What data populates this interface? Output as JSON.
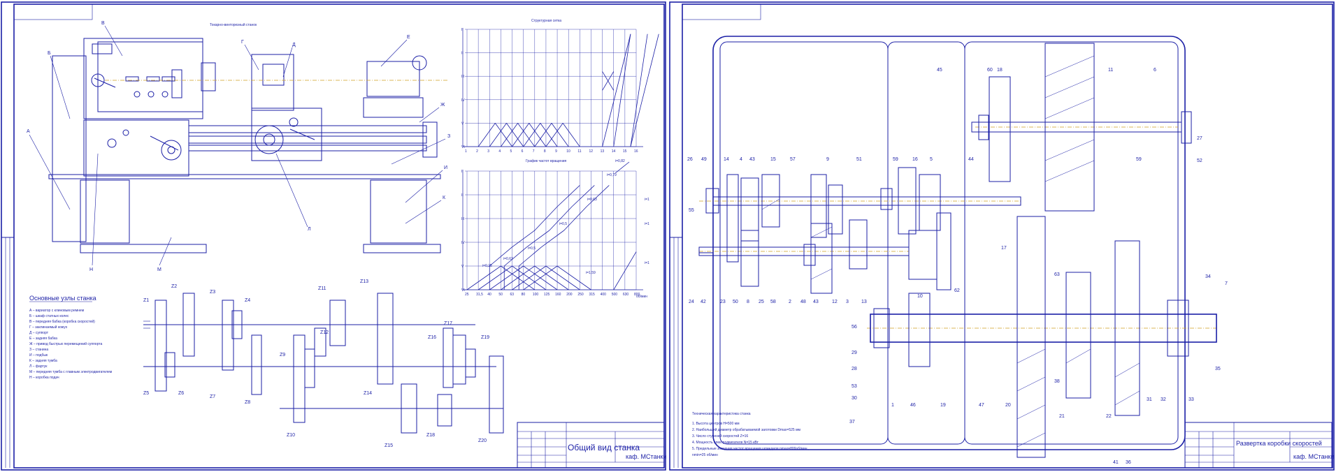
{
  "left_sheet": {
    "title": "Токарно-винторезный станок",
    "letters": [
      "Б",
      "В",
      "Г",
      "Д",
      "Е",
      "А",
      "Ж",
      "З",
      "И",
      "К",
      "Л",
      "Н",
      "М"
    ],
    "legend_title": "Основные узлы станка",
    "legend": [
      "А – вариатор с клиновым ремнем",
      "Б – шкаф статных колес",
      "В – передняя бабка (коробка скоростей)",
      "Г – заклинаемый кожух",
      "Д – суппорт",
      "Е – задняя бабка",
      "Ж – привод быстрых перемещений суппорта",
      "З – станина",
      "И – подбык",
      "К – задняя тумба",
      "Л – фартук",
      "М – передняя тумба с главным электродвигателем",
      "Н – коробка подач"
    ],
    "gear_labels": [
      "Z1",
      "Z2",
      "Z3",
      "Z4",
      "Z5",
      "Z6",
      "Z7",
      "Z8",
      "Z9",
      "Z10",
      "Z11",
      "Z12",
      "Z13",
      "Z14",
      "Z15",
      "Z16",
      "Z17",
      "Z18",
      "Z19",
      "Z20"
    ],
    "title_block": {
      "name": "Общий вид станка",
      "dept": "каф. МСтанки"
    }
  },
  "chart_data": [
    {
      "type": "line",
      "title": "Структурная сетка",
      "y_levels": [
        "I",
        "II",
        "III",
        "IV",
        "V",
        "VI"
      ],
      "x_ticks": [
        "1",
        "2",
        "3",
        "4",
        "5",
        "6",
        "7",
        "8",
        "9",
        "10",
        "11",
        "12",
        "13",
        "14",
        "15",
        "16"
      ]
    },
    {
      "type": "line",
      "title": "График частот вращения",
      "y_levels": [
        "I",
        "II",
        "III",
        "IV",
        "V",
        "VI"
      ],
      "x_ticks": [
        "25",
        "31,5",
        "40",
        "50",
        "63",
        "80",
        "100",
        "125",
        "160",
        "200",
        "250",
        "315",
        "400",
        "500",
        "630",
        "800"
      ],
      "x_unit": "об/мин",
      "annotations": [
        "i=0,82",
        "i=0,79",
        "i=0,63",
        "i=1",
        "i=0,5",
        "i=1",
        "i=0,25",
        "i=0,63",
        "i=0,5",
        "i=1,59",
        "i=1"
      ]
    }
  ],
  "right_sheet": {
    "part_numbers": [
      "45",
      "60",
      "18",
      "11",
      "6",
      "27",
      "52",
      "59",
      "26",
      "49",
      "14",
      "4",
      "43",
      "15",
      "57",
      "9",
      "51",
      "59",
      "16",
      "5",
      "44",
      "55",
      "17",
      "24",
      "42",
      "23",
      "50",
      "8",
      "25",
      "58",
      "2",
      "48",
      "43",
      "12",
      "3",
      "13",
      "62",
      "10",
      "63",
      "7",
      "56",
      "29",
      "28",
      "53",
      "30",
      "1",
      "46",
      "19",
      "47",
      "20",
      "38",
      "21",
      "22",
      "31",
      "32",
      "33",
      "34",
      "35",
      "37",
      "41",
      "36"
    ],
    "tech_title": "Техническая характеристика станка",
    "tech_lines": [
      "1. Высота центров Н=500 мм",
      "2. Наибольший диаметр обрабатываемой заготовки Dmax=525 мм",
      "3. Число ступеней скоростей Z=16",
      "4. Мощность электродвигателя N=15 кВт",
      "5. Предельные значения частот вращения шпинделя nmax=800об/мин ,",
      "nmin=25 об/мин"
    ],
    "title_block": {
      "name": "Развертка коробки скоростей",
      "dept": "каф. МСтанки"
    }
  }
}
